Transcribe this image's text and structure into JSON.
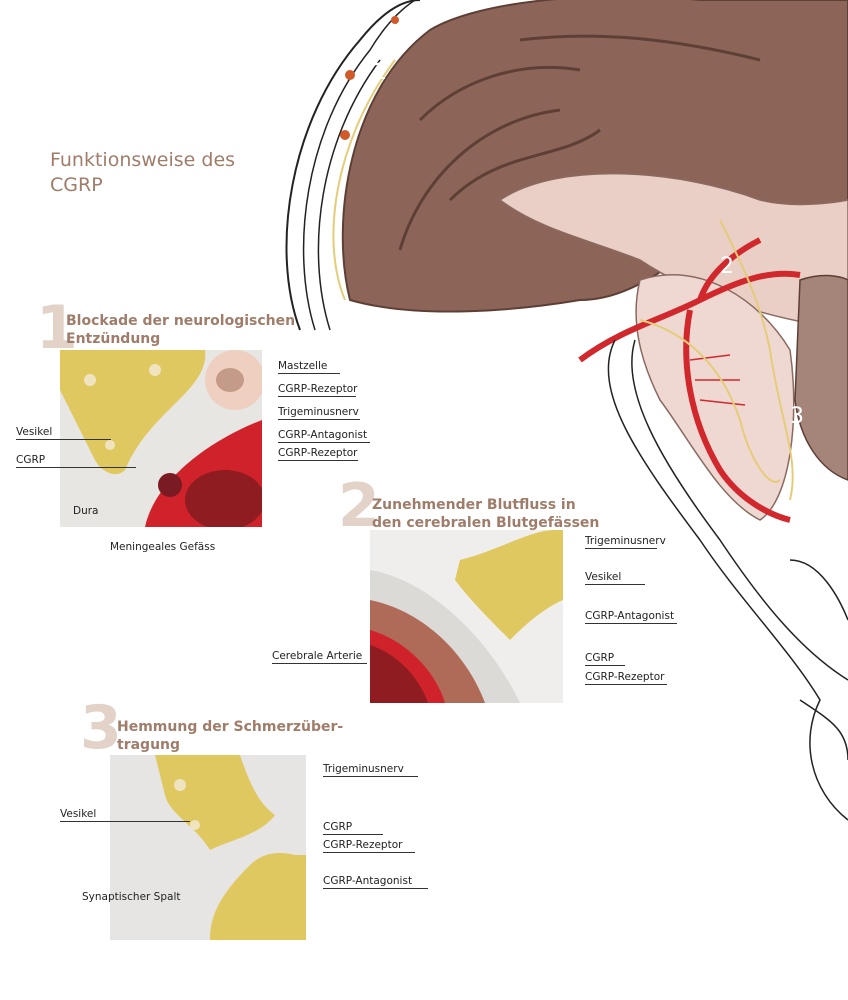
{
  "title": "Funktionsweise des CGRP",
  "brain_markers": [
    "1",
    "2",
    "3"
  ],
  "panels": [
    {
      "number": "1",
      "title_line1": "Blockade der neurologischen",
      "title_line2": "Entzündung",
      "labels": {
        "mastzelle": "Mastzelle",
        "rezeptor_top": "CGRP-Rezeptor",
        "trigeminus": "Trigeminusnerv",
        "antagonist": "CGRP-Antagonist",
        "rezeptor_bottom": "CGRP-Rezeptor",
        "vesikel": "Vesikel",
        "cgrp": "CGRP",
        "dura": "Dura",
        "gefaess": "Meningeales Gefäss"
      }
    },
    {
      "number": "2",
      "title_line1": "Zunehmender Blutfluss in",
      "title_line2": "den cerebralen Blutgefässen",
      "labels": {
        "trigeminus": "Trigeminusnerv",
        "vesikel": "Vesikel",
        "antagonist": "CGRP-Antagonist",
        "arterie": "Cerebrale Arterie",
        "cgrp": "CGRP",
        "rezeptor": "CGRP-Rezeptor"
      }
    },
    {
      "number": "3",
      "title_line1": "Hemmung der Schmerzüber-",
      "title_line2": "tragung",
      "labels": {
        "trigeminus": "Trigeminusnerv",
        "vesikel": "Vesikel",
        "cgrp": "CGRP",
        "rezeptor": "CGRP-Rezeptor",
        "spalt": "Synaptischer Spalt",
        "antagonist": "CGRP-Antagonist"
      }
    }
  ]
}
